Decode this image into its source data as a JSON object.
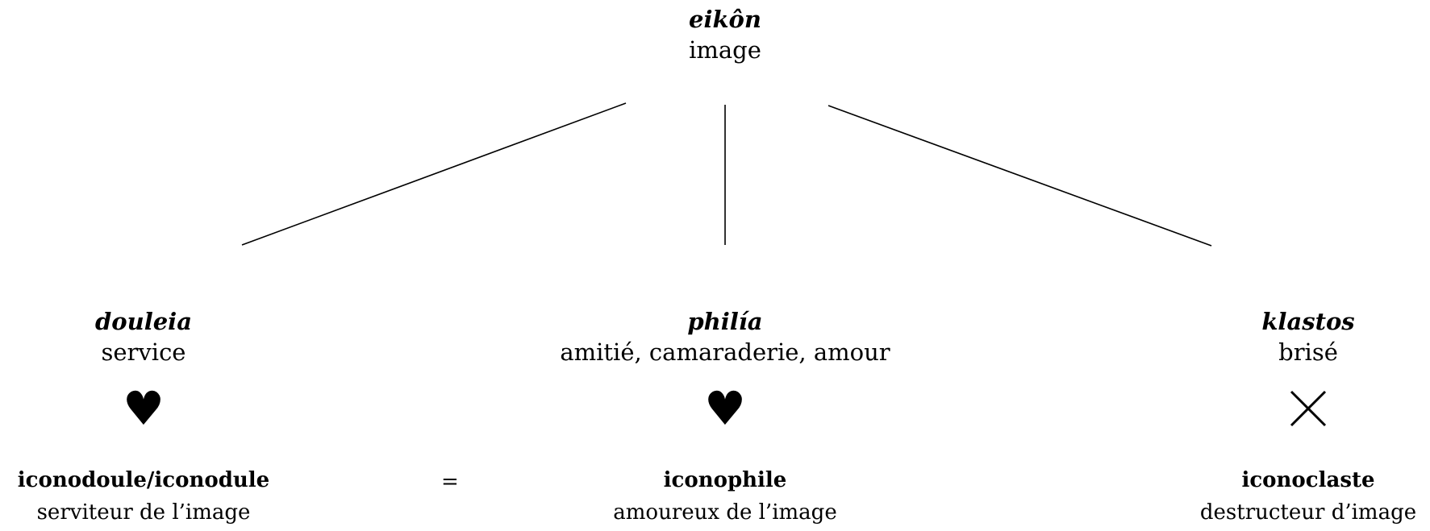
{
  "root": {
    "term": "eikôn",
    "meaning": "image"
  },
  "branches": [
    {
      "term": "douleia",
      "meaning": "service",
      "symbol": "heart-icon",
      "word": "iconodoule/iconodule",
      "gloss": "serviteur de l’image"
    },
    {
      "term": "philía",
      "meaning": "amitié, camaraderie, amour",
      "symbol": "heart-icon",
      "word": "iconophile",
      "gloss": "amoureux de l’image"
    },
    {
      "term": "klastos",
      "meaning": "brisé",
      "symbol": "cross-icon",
      "word": "iconoclaste",
      "gloss": "destructeur d’image"
    }
  ],
  "equals_sign": "="
}
